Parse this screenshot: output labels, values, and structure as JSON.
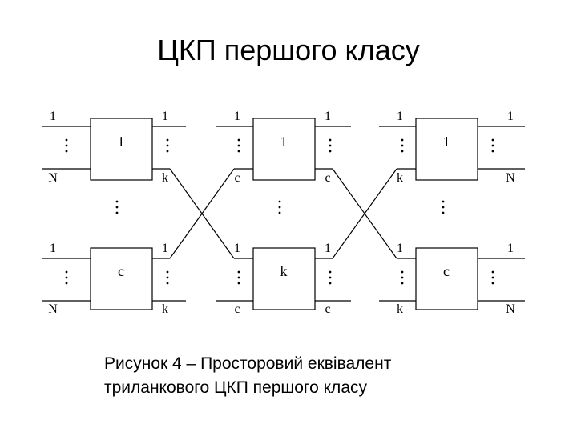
{
  "title": "ЦКП першого класу",
  "caption": {
    "line1": "Рисунок 4 – Просторовий еквівалент",
    "line2": "триланкового ЦКП першого класу"
  },
  "diagram": {
    "stages": [
      {
        "top_block": {
          "label": "1",
          "in_top": "1",
          "in_bottom": "N",
          "out_top": "1",
          "out_bottom": "k"
        },
        "bottom_block": {
          "label": "c",
          "in_top": "1",
          "in_bottom": "N",
          "out_top": "1",
          "out_bottom": "k"
        }
      },
      {
        "top_block": {
          "label": "1",
          "in_top": "1",
          "in_bottom": "c",
          "out_top": "1",
          "out_bottom": "c"
        },
        "bottom_block": {
          "label": "k",
          "in_top": "1",
          "in_bottom": "c",
          "out_top": "1",
          "out_bottom": "c"
        }
      },
      {
        "top_block": {
          "label": "1",
          "in_top": "1",
          "in_bottom": "k",
          "out_top": "1",
          "out_bottom": "N"
        },
        "bottom_block": {
          "label": "c",
          "in_top": "1",
          "in_bottom": "k",
          "out_top": "1",
          "out_bottom": "N"
        }
      }
    ]
  }
}
